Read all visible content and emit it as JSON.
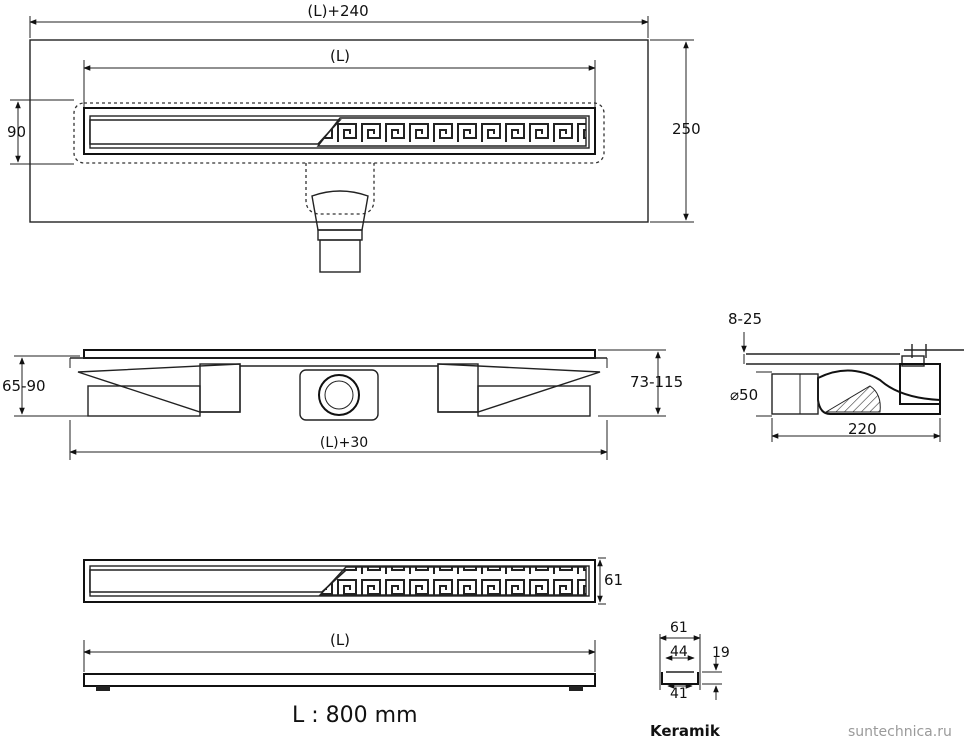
{
  "top_view": {
    "overall_width_label": "(L)+240",
    "channel_length_label": "(L)",
    "height_label": "250",
    "flange_label": "90"
  },
  "side_view": {
    "left_height_label": "65-90",
    "right_height_label": "73-115",
    "length_label": "(L)+30"
  },
  "section_view": {
    "adjust_label": "8-25",
    "outlet_label": "⌀50",
    "depth_label": "220"
  },
  "grate_view": {
    "width_label": "61"
  },
  "bottom_view": {
    "length_label": "(L)",
    "length_value_label": "L : 800 mm"
  },
  "profile": {
    "outer_width_label": "61",
    "inner_top_label": "44",
    "inner_bottom_label": "41",
    "height_label": "19",
    "name_label": "Keramik"
  },
  "watermark": "suntechnica.ru"
}
